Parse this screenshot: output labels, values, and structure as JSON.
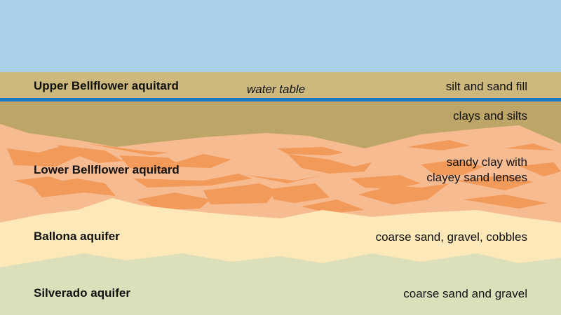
{
  "colors": {
    "sky": "#a9cfe9",
    "silt_sand_fill": "#cdb97e",
    "water_table": "#1b78c2",
    "clays_silts": "#bca566",
    "sandy_clay": "#f7bb92",
    "lenses": "#f29a5a",
    "ballona": "#fce8b8",
    "silverado": "#dbdfba"
  },
  "labels": {
    "water_table": "water table",
    "layers": [
      {
        "unit": "Upper Bellflower aquitard",
        "material": "silt and sand fill"
      },
      {
        "unit": "",
        "material": "clays and silts"
      },
      {
        "unit": "Lower Bellflower aquitard",
        "material_line1": "sandy clay with",
        "material_line2": "clayey sand lenses"
      },
      {
        "unit": "Ballona aquifer",
        "material": "coarse sand, gravel, cobbles"
      },
      {
        "unit": "Silverado aquifer",
        "material": "coarse sand and gravel"
      }
    ]
  }
}
